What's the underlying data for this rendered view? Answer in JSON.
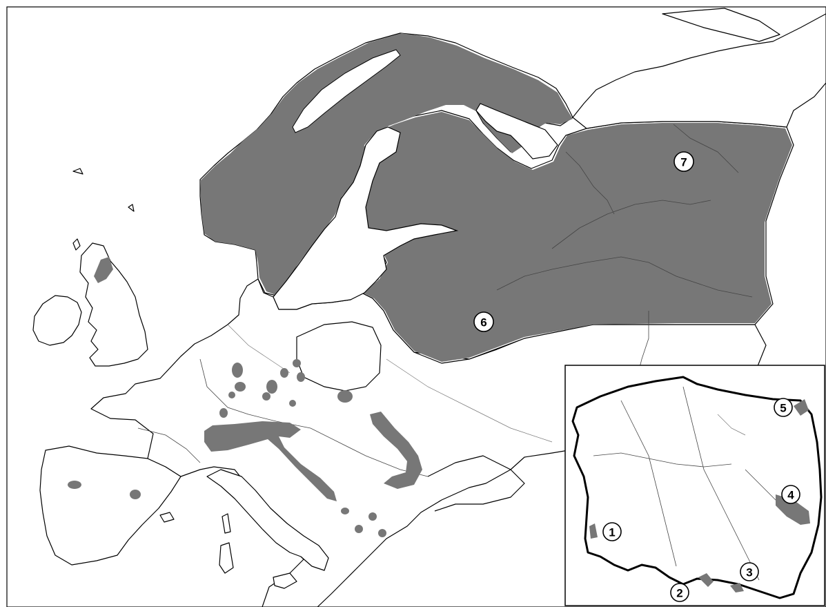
{
  "map": {
    "range_color": "#777777",
    "labels": {
      "europe": [
        {
          "key": "6",
          "text": "6"
        },
        {
          "key": "7",
          "text": "7"
        }
      ],
      "inset": [
        {
          "key": "1",
          "text": "1"
        },
        {
          "key": "2",
          "text": "2"
        },
        {
          "key": "3",
          "text": "3"
        },
        {
          "key": "4",
          "text": "4"
        },
        {
          "key": "5",
          "text": "5"
        }
      ]
    }
  }
}
